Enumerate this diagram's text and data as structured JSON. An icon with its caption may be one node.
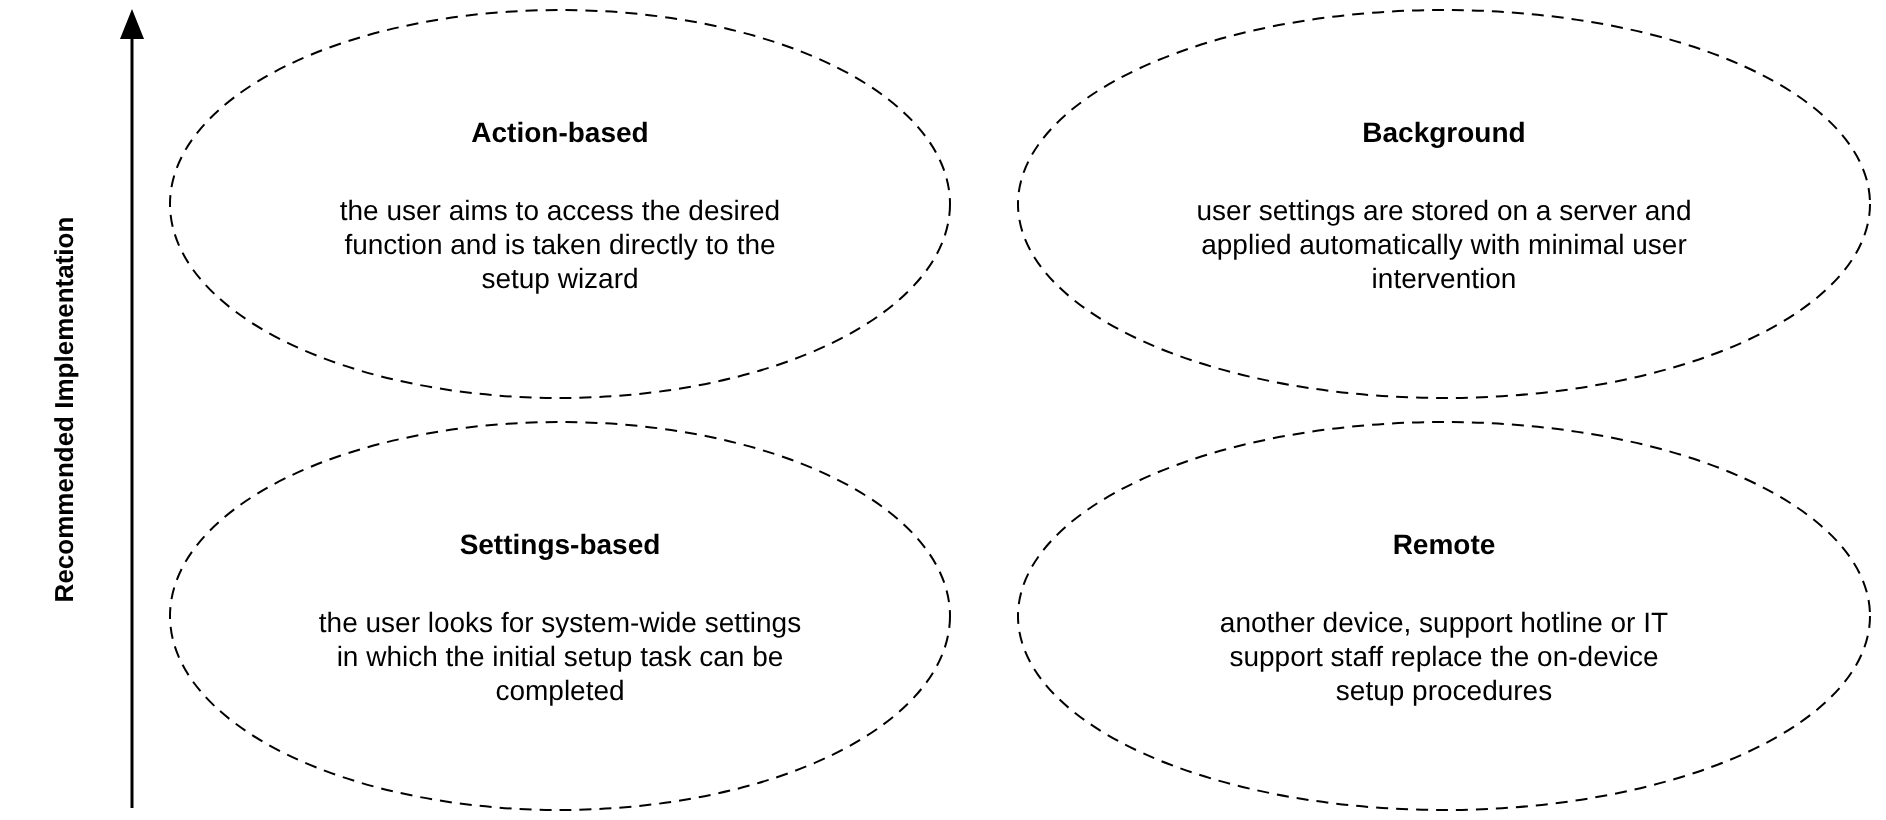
{
  "diagram": {
    "nodes": [
      {
        "text": [
          "Action-based",
          "the user aims to access the desired function and is taken directly to the setup wizard"
        ]
      },
      {
        "text": [
          "Background",
          "user settings are stored on a server and applied automatically with minimal user intervention"
        ]
      },
      {
        "text": [
          "Settings-based",
          "the user looks for system-wide settings in which the initial setup task can be completed"
        ]
      },
      {
        "text": [
          "Remote",
          "another device, support hotline or IT support staff replace the on-device setup procedures"
        ]
      }
    ],
    "labels": [
      "Recommended Implementation"
    ]
  }
}
